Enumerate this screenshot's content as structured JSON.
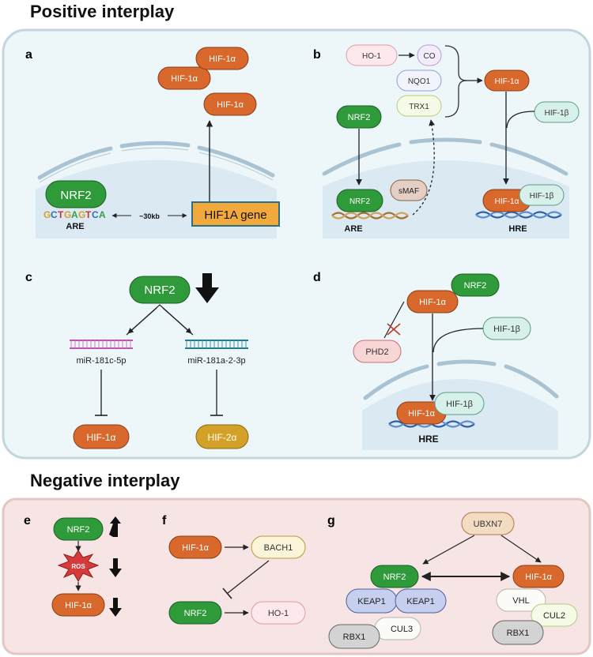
{
  "sections": {
    "positive": "Positive interplay",
    "negative": "Negative interplay"
  },
  "panels": {
    "a": {
      "letter": "a",
      "hif_labels": [
        "HIF-1α",
        "HIF-1α",
        "HIF-1α"
      ],
      "nrf2": "NRF2",
      "are_sequence": [
        "G",
        "C",
        "T",
        "G",
        "A",
        "G",
        "T",
        "C",
        "A"
      ],
      "are": "ARE",
      "distance": "~30kb",
      "gene": "HIF1A gene"
    },
    "b": {
      "letter": "b",
      "ho1": "HO-1",
      "co": "CO",
      "nqo1": "NQO1",
      "trx1": "TRX1",
      "hif1a_top": "HIF-1α",
      "hif1b_top": "HIF-1β",
      "nrf2_top": "NRF2",
      "nrf2_bound": "NRF2",
      "smaf": "sMAF",
      "are": "ARE",
      "hif1a_bound": "HIF-1α",
      "hif1b_bound": "HIF-1β",
      "hre": "HRE"
    },
    "c": {
      "letter": "c",
      "nrf2": "NRF2",
      "mir1": "miR-181c-5p",
      "mir2": "miR-181a-2-3p",
      "hif1a": "HIF-1α",
      "hif2a": "HIF-2α"
    },
    "d": {
      "letter": "d",
      "nrf2": "NRF2",
      "hif1a_top": "HIF-1α",
      "hif1b_top": "HIF-1β",
      "phd2": "PHD2",
      "hif1a_bound": "HIF-1α",
      "hif1b_bound": "HIF-1β",
      "hre": "HRE"
    },
    "e": {
      "letter": "e",
      "nrf2": "NRF2",
      "ros": "ROS",
      "hif1a": "HIF-1α"
    },
    "f": {
      "letter": "f",
      "hif1a": "HIF-1α",
      "bach1": "BACH1",
      "nrf2": "NRF2",
      "ho1": "HO-1"
    },
    "g": {
      "letter": "g",
      "ubxn7": "UBXN7",
      "nrf2": "NRF2",
      "hif1a": "HIF-1α",
      "keap1_left": "KEAP1",
      "keap1_right": "KEAP1",
      "vhl": "VHL",
      "cul2": "CUL2",
      "rbx1_left": "RBX1",
      "cul3": "CUL3",
      "rbx1_right": "RBX1"
    }
  },
  "colors": {
    "nrf2": "#2f9a3a",
    "hif": "#d9682c",
    "hif2": "#d4a128",
    "gene": "#f2a93b",
    "hif1b": "#d8f0ea",
    "positive_bg": "#edf6f9",
    "negative_bg": "#f7e4e4",
    "keap1": "#c6d0ee",
    "rbx1": "#d3d3d3",
    "bach1": "#faf4d8",
    "phd2": "#f9d6d6"
  }
}
